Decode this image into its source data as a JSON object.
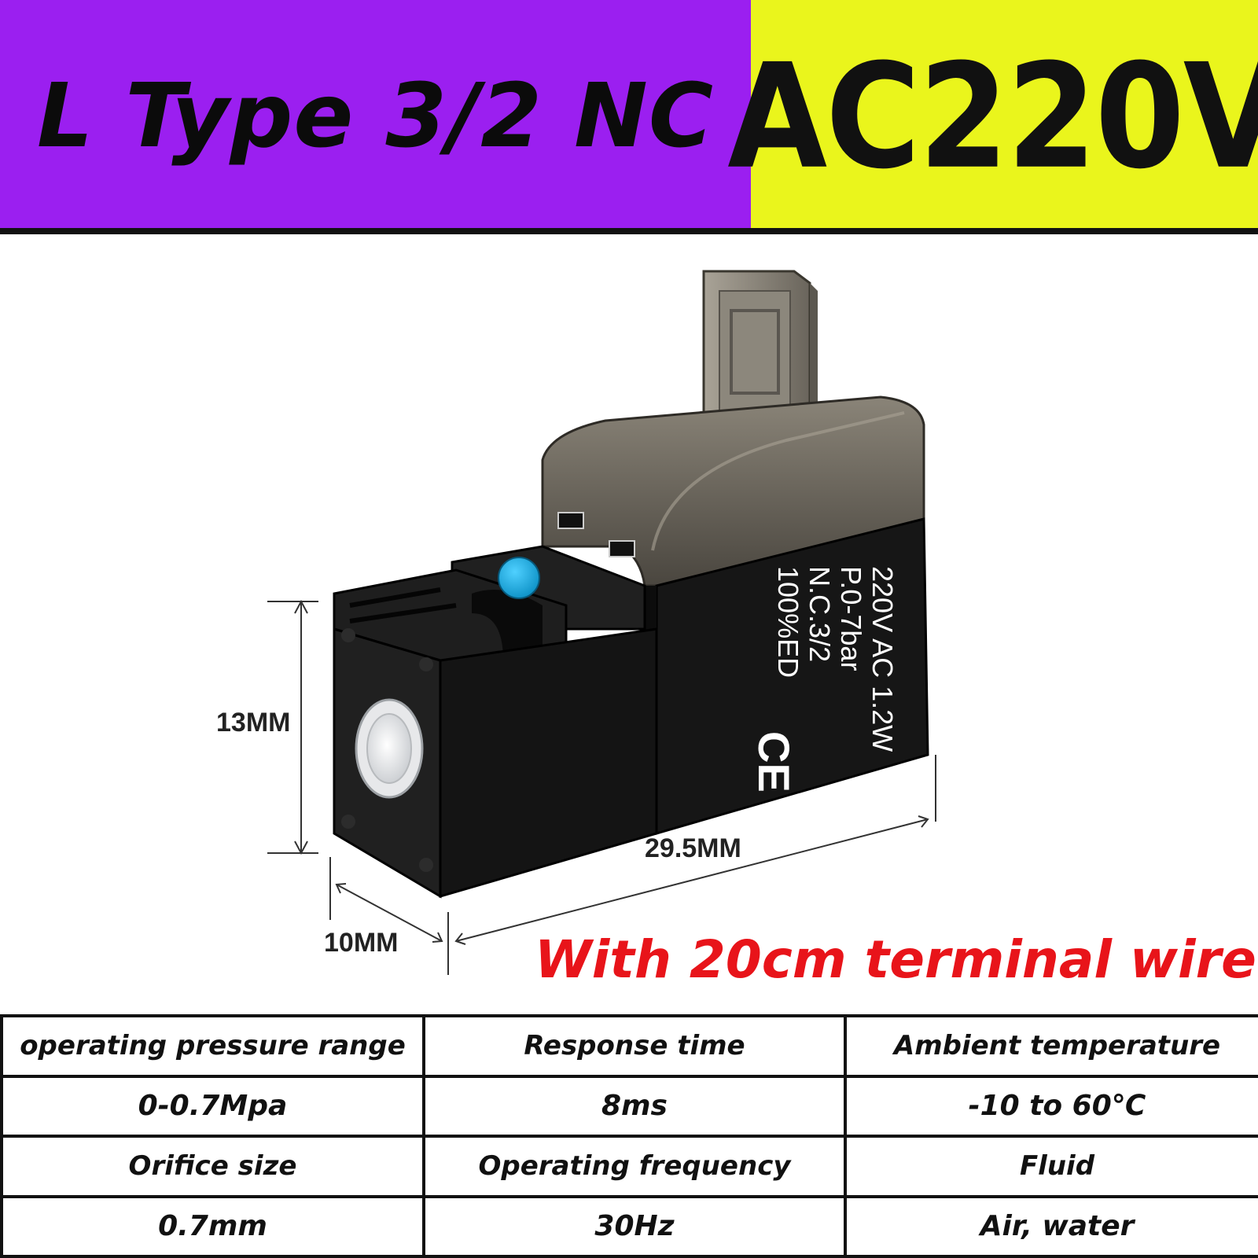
{
  "banner": {
    "model": "L Type 3/2 NC",
    "voltage": "AC220V",
    "colors": {
      "left_bg": "#9b1ff0",
      "right_bg": "#eaf51c"
    }
  },
  "product": {
    "coil_label_lines": [
      "220V AC 1.2W",
      "P.0-7bar",
      "N.C.3/2",
      "100%ED"
    ],
    "certification_mark": "CE",
    "dimensions": {
      "height": "13MM",
      "length": "29.5MM",
      "width": "10MM"
    }
  },
  "note": {
    "text": "With 20cm terminal wire",
    "color": "#e8141a"
  },
  "specs": {
    "rows": [
      [
        "operating pressure range",
        "Response time",
        "Ambient temperature"
      ],
      [
        "0-0.7Mpa",
        "8ms",
        "-10 to 60℃"
      ],
      [
        "Orifice size",
        "Operating frequency",
        "Fluid"
      ],
      [
        "0.7mm",
        "30Hz",
        "Air, water"
      ]
    ]
  }
}
